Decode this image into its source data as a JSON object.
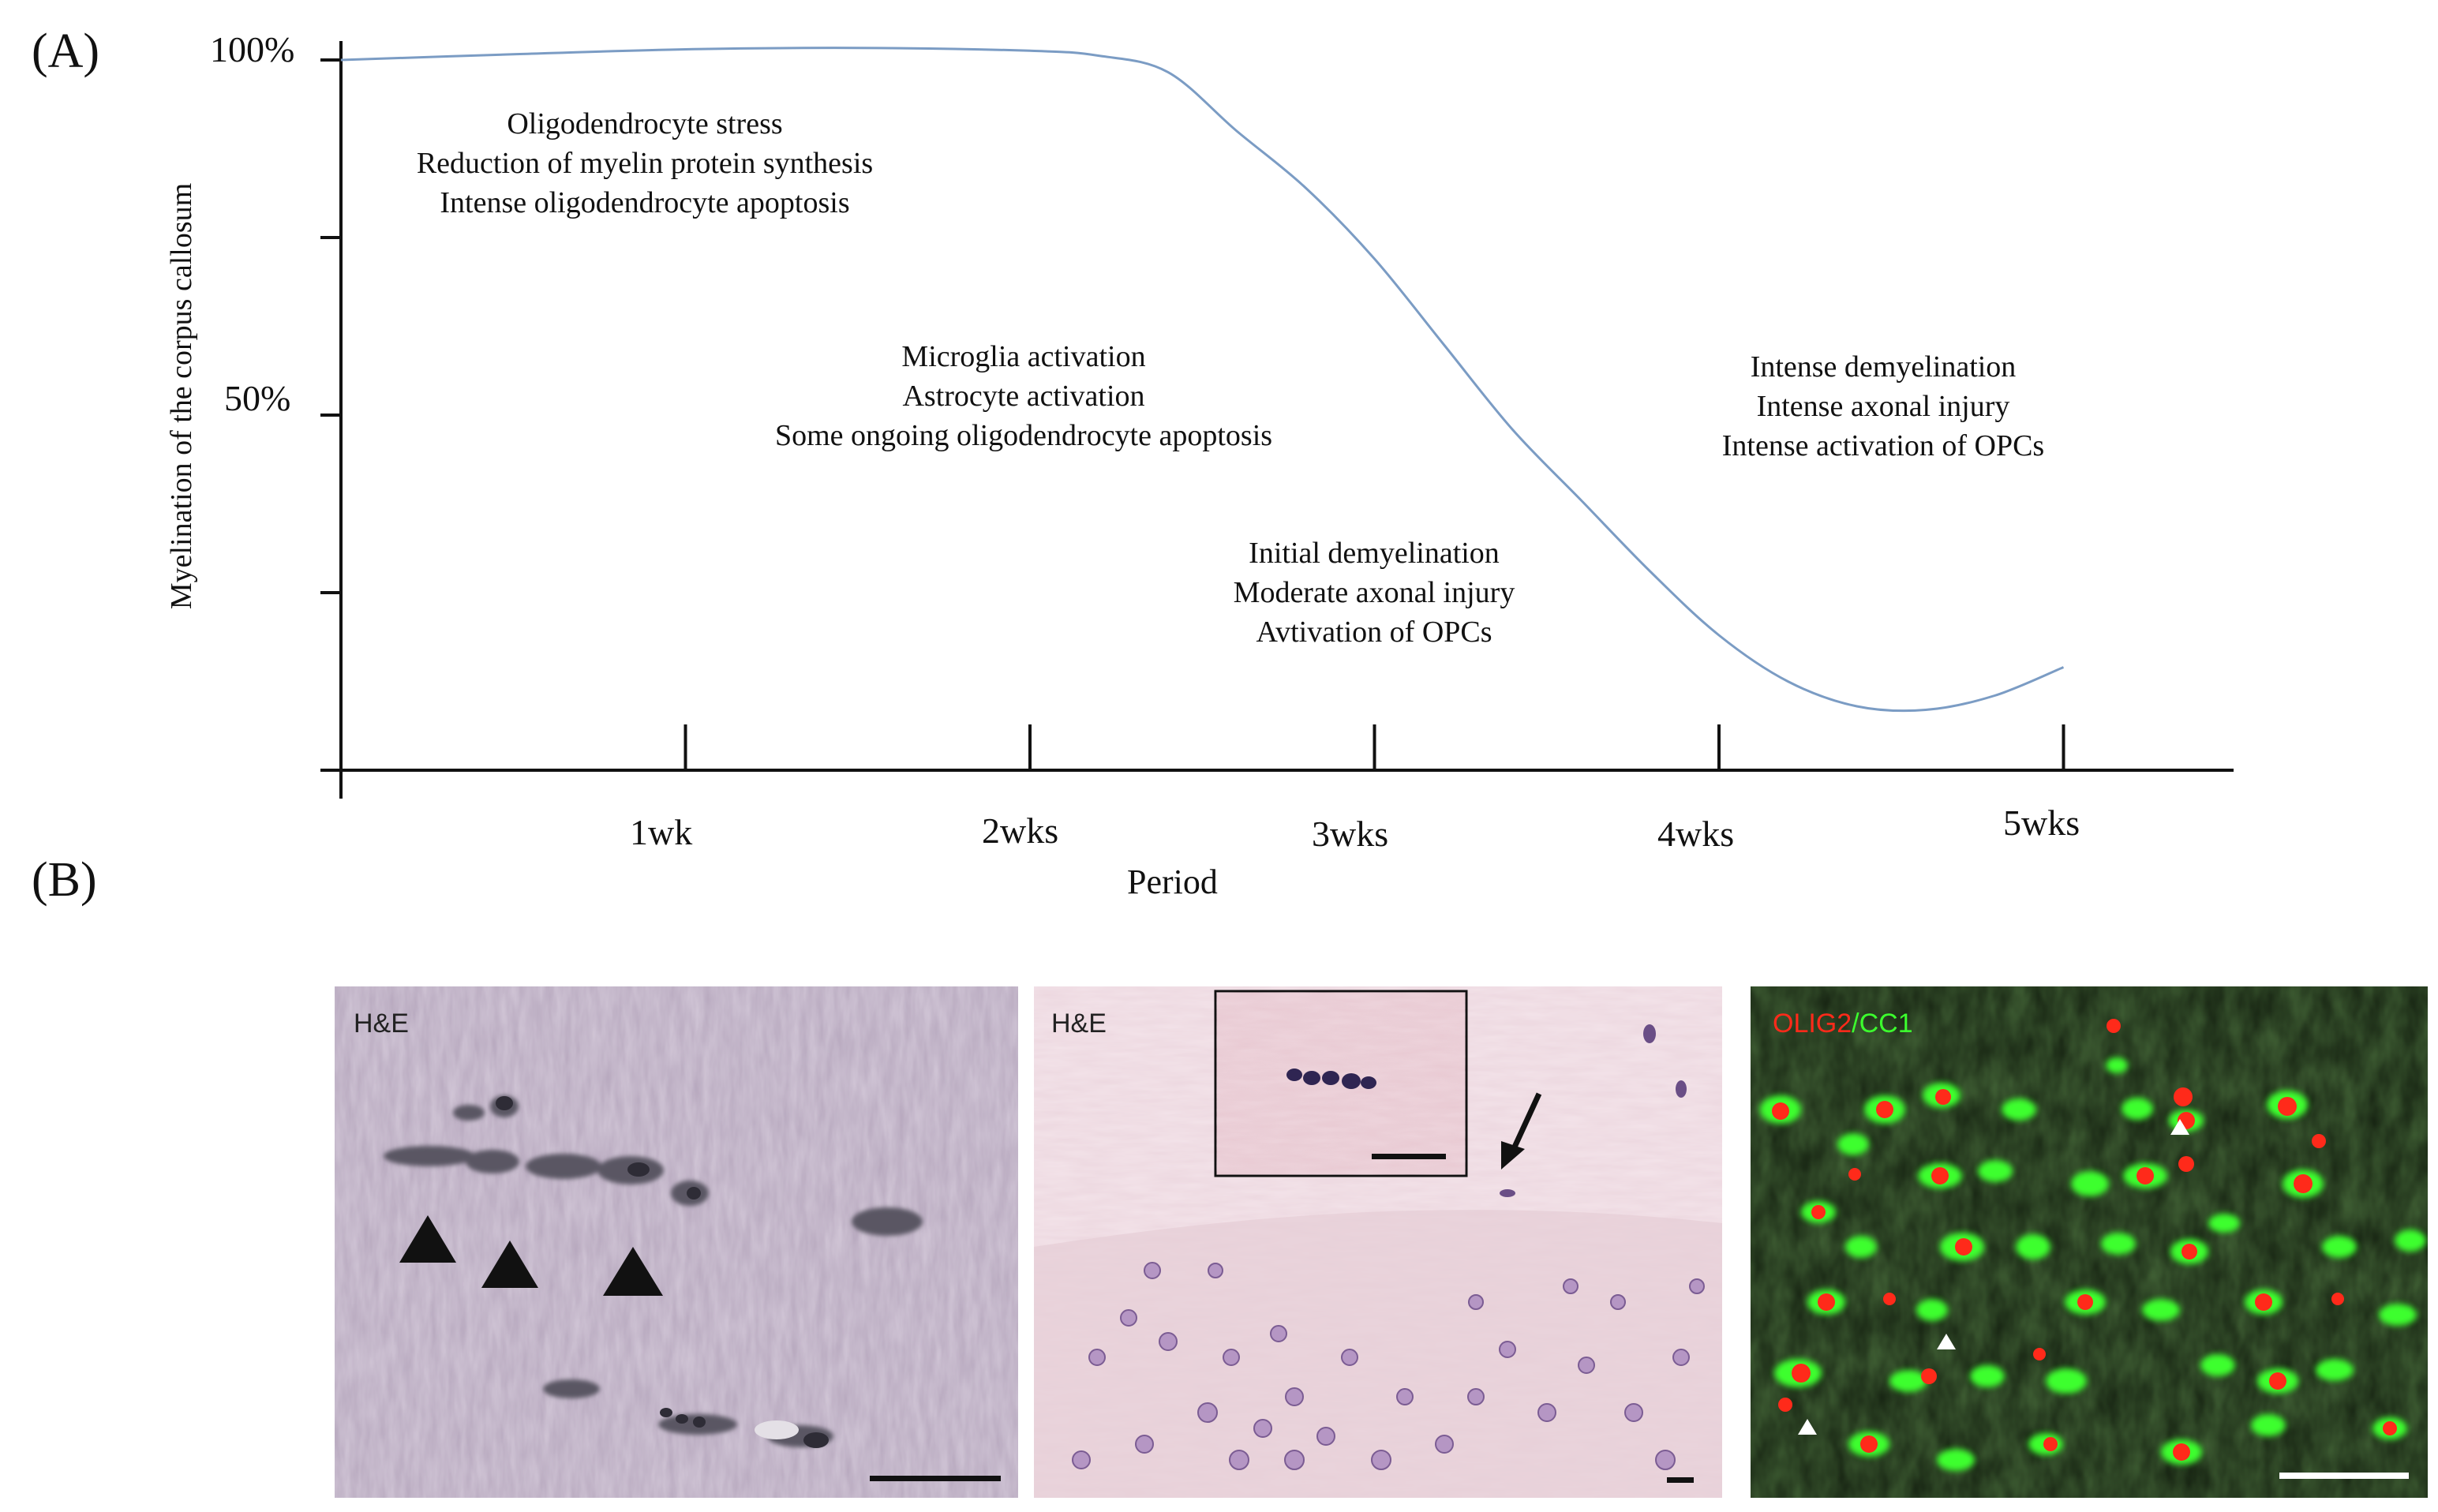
{
  "panel_a": {
    "label": "(A)",
    "ylabel": "Myelination of the corpus callosum",
    "xlabel": "Period",
    "y_ticks": [
      "100%",
      "50%"
    ],
    "x_ticks": [
      "1wk",
      "2wks",
      "3wks",
      "4wks",
      "5wks"
    ],
    "annotations": [
      {
        "lines": [
          "Oligodendrocyte stress",
          "Reduction of myelin protein synthesis",
          "Intense oligodendrocyte apoptosis"
        ]
      },
      {
        "lines": [
          "Microglia activation",
          "Astrocyte activation",
          "Some ongoing oligodendrocyte apoptosis"
        ]
      },
      {
        "lines": [
          "Initial demyelination",
          "Moderate axonal injury",
          "Avtivation of OPCs"
        ]
      },
      {
        "lines": [
          "Intense demyelination",
          "Intense axonal injury",
          "Intense activation of OPCs"
        ]
      }
    ]
  },
  "chart_data": {
    "type": "line",
    "title": "",
    "xlabel": "Period",
    "ylabel": "Myelination of the corpus callosum",
    "x_unit": "weeks",
    "y_unit": "%",
    "xlim": [
      0,
      5.5
    ],
    "ylim": [
      0,
      105
    ],
    "x_tick_labels": [
      "1wk",
      "2wks",
      "3wks",
      "4wks",
      "5wks"
    ],
    "y_tick_labels": [
      "100%",
      "50%"
    ],
    "series": [
      {
        "color": "#7b9cc4",
        "points": [
          [
            0,
            100
          ],
          [
            0.5,
            100.8
          ],
          [
            1,
            101.5
          ],
          [
            1.5,
            101.7
          ],
          [
            2,
            101.3
          ],
          [
            2.2,
            100.6
          ],
          [
            2.4,
            98.3
          ],
          [
            2.6,
            90
          ],
          [
            2.8,
            82
          ],
          [
            3,
            72
          ],
          [
            3.2,
            60
          ],
          [
            3.4,
            48
          ],
          [
            3.6,
            38
          ],
          [
            3.8,
            28
          ],
          [
            4,
            19
          ],
          [
            4.2,
            12.5
          ],
          [
            4.4,
            9
          ],
          [
            4.6,
            8.5
          ],
          [
            4.8,
            10.5
          ],
          [
            5,
            14.5
          ]
        ]
      }
    ]
  },
  "panel_b": {
    "label": "(B)",
    "images": [
      {
        "stain": "H&E"
      },
      {
        "stain": "H&E"
      },
      {
        "stain_red": "OLIG2",
        "stain_sep": "/",
        "stain_green": "CC1"
      }
    ]
  },
  "colors": {
    "curve": "#7b9cc4",
    "he_bg": "#b6a7bd",
    "he2_bg": "#ecd7df",
    "fluor_bg": "#142010",
    "olig2": "#ff2a1a",
    "cc1": "#3cff2e"
  }
}
